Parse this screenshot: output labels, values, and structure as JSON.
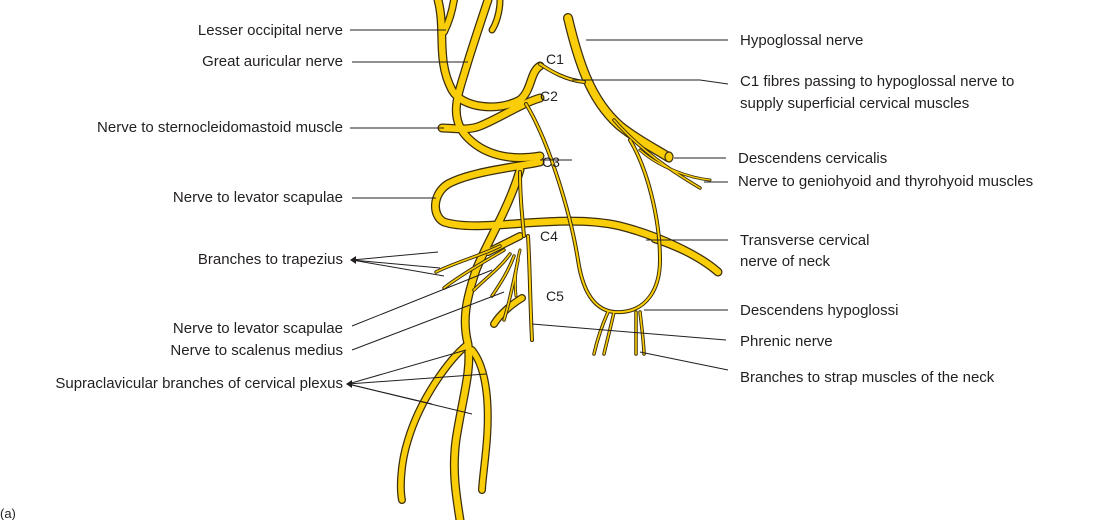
{
  "colors": {
    "nerve_fill": "#f9cd08",
    "nerve_outline": "#3b2f0b",
    "label_text": "#231f20",
    "leader_line": "#231f20"
  },
  "labels_left": {
    "lesser_occipital": "Lesser occipital nerve",
    "great_auricular": "Great auricular nerve",
    "sternocleidomastoid": "Nerve to sternocleidomastoid muscle",
    "levator_scapulae_upper": "Nerve to levator scapulae",
    "trapezius": "Branches to trapezius",
    "levator_scapulae_lower": "Nerve to levator scapulae",
    "scalenus_medius": "Nerve to scalenus medius",
    "supraclavicular": "Supraclavicular branches of cervical plexus"
  },
  "labels_right": {
    "hypoglossal": "Hypoglossal nerve",
    "c1_fibres_line1": "C1 fibres passing to hypoglossal nerve to",
    "c1_fibres_line2": "supply superficial cervical muscles",
    "descendens_cervicalis": "Descendens cervicalis",
    "geniohyoid": "Nerve to geniohyoid and thyrohyoid muscles",
    "transverse_line1": "Transverse cervical",
    "transverse_line2": "nerve of neck",
    "descendens_hypoglossi": "Descendens hypoglossi",
    "phrenic": "Phrenic nerve",
    "strap_muscles": "Branches to strap muscles of the neck"
  },
  "roots": {
    "c1": "C1",
    "c2": "C2",
    "c3": "C3",
    "c4": "C4",
    "c5": "C5"
  },
  "panel_label": "(a)"
}
